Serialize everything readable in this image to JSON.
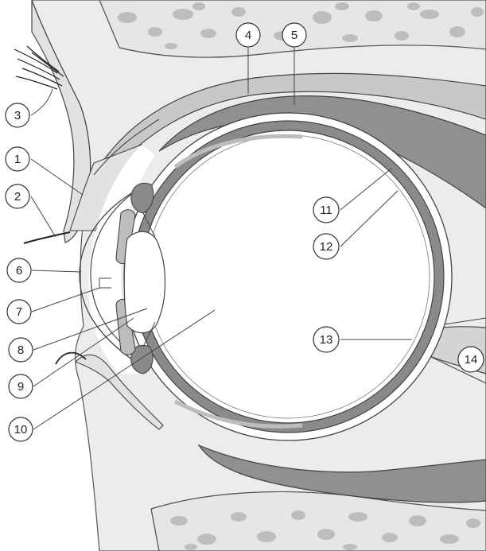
{
  "diagram": {
    "labels": [
      {
        "id": "label-1",
        "text": "1"
      },
      {
        "id": "label-2",
        "text": "2"
      },
      {
        "id": "label-3",
        "text": "3"
      },
      {
        "id": "label-4",
        "text": "4"
      },
      {
        "id": "label-5",
        "text": "5"
      },
      {
        "id": "label-6",
        "text": "6"
      },
      {
        "id": "label-7",
        "text": "7"
      },
      {
        "id": "label-8",
        "text": "8"
      },
      {
        "id": "label-9",
        "text": "9"
      },
      {
        "id": "label-10",
        "text": "10"
      },
      {
        "id": "label-11",
        "text": "11"
      },
      {
        "id": "label-12",
        "text": "12"
      },
      {
        "id": "label-13",
        "text": "13"
      },
      {
        "id": "label-14",
        "text": "14"
      }
    ],
    "colors": {
      "bone_fill": "#e6e6e6",
      "bone_spot": "#bdbdbd",
      "tissue_fill": "#ececec",
      "muscle_fill": "#909090",
      "muscle_light": "#c8c8c8",
      "choroid": "#8a8a8a",
      "sclera": "#ffffff",
      "line": "#333333"
    }
  }
}
